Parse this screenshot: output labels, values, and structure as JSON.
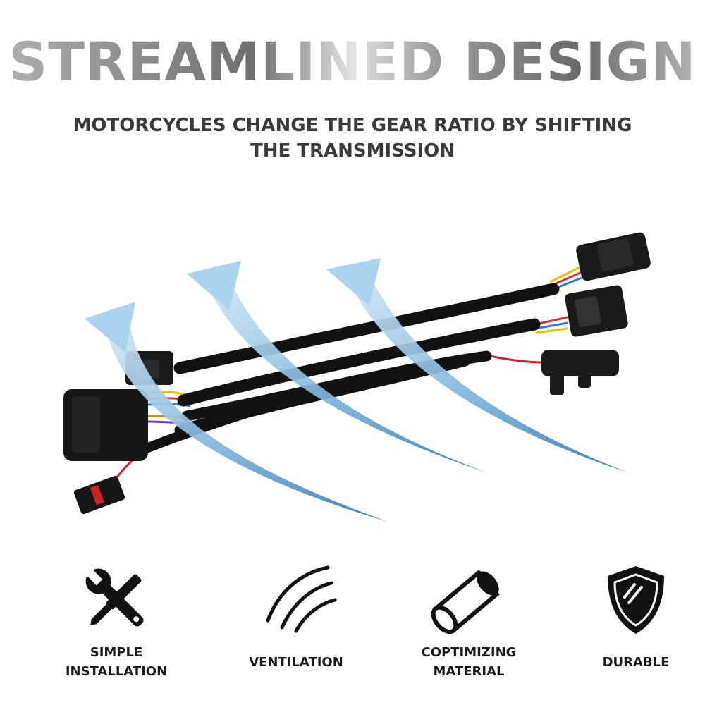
{
  "headline": "STREAMLINED DESIGN",
  "subhead": {
    "line1": "MOTORCYCLES CHANGE THE GEAR RATIO BY SHIFTING",
    "line2": "THE TRANSMISSION"
  },
  "features": [
    {
      "icon": "wrench-screwdriver-icon",
      "label_line1": "SIMPLE",
      "label_line2": "INSTALLATION"
    },
    {
      "icon": "airflow-icon",
      "label_line1": "VENTILATION",
      "label_line2": ""
    },
    {
      "icon": "tube-icon",
      "label_line1": "COPTIMIZING",
      "label_line2": "MATERIAL"
    },
    {
      "icon": "shield-icon",
      "label_line1": "DURABLE",
      "label_line2": ""
    }
  ],
  "colors": {
    "cable": "#111111",
    "arrow": "#3f86c0",
    "text": "#3a3a3a"
  }
}
